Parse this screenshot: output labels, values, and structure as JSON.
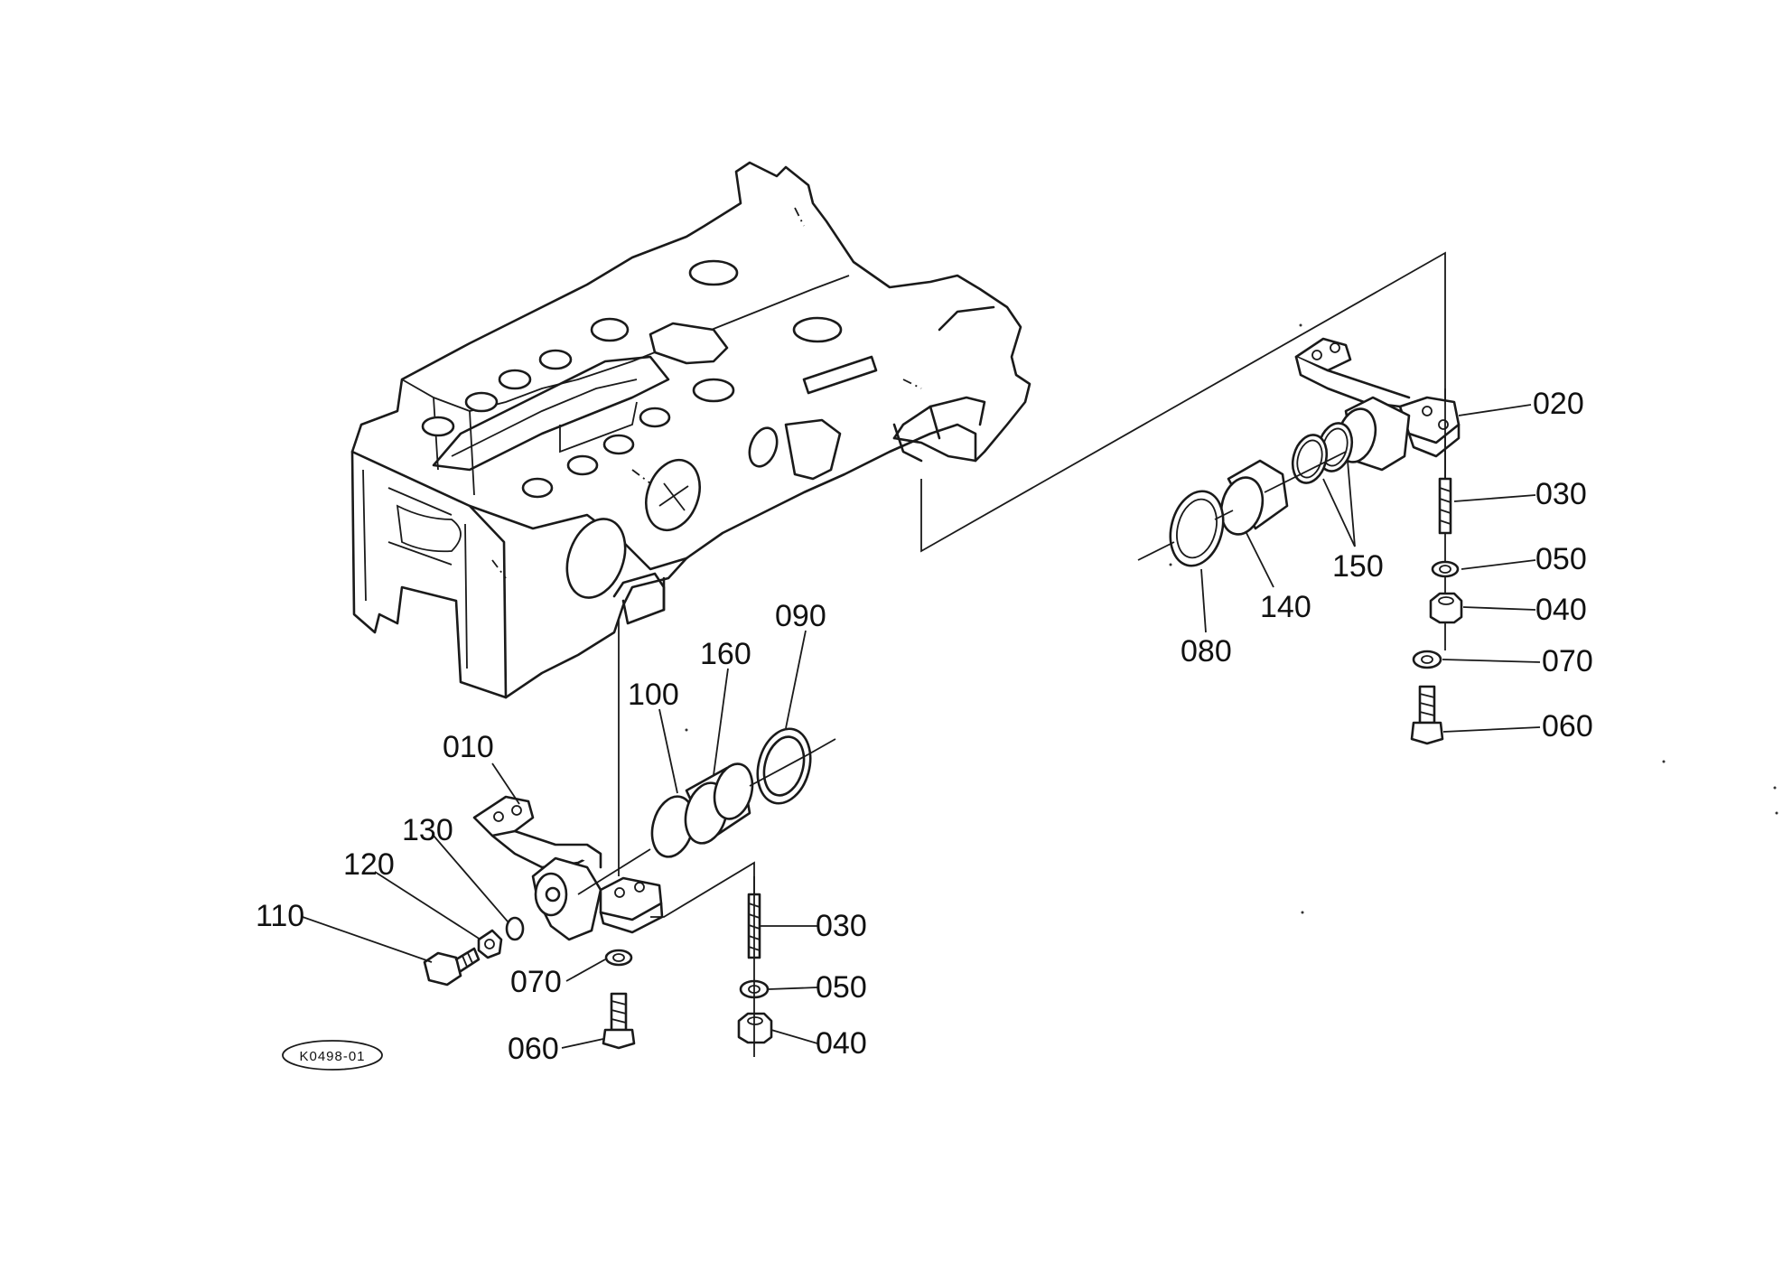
{
  "drawing_code": "K0498-01",
  "callouts": {
    "p010": "010",
    "p020": "020",
    "p030_left": "030",
    "p030_right": "030",
    "p040_left": "040",
    "p040_right": "040",
    "p050_left": "050",
    "p050_right": "050",
    "p060_left": "060",
    "p060_right": "060",
    "p070_left": "070",
    "p070_right": "070",
    "p080": "080",
    "p090": "090",
    "p100": "100",
    "p110": "110",
    "p120": "120",
    "p130": "130",
    "p140": "140",
    "p150": "150",
    "p160": "160"
  }
}
